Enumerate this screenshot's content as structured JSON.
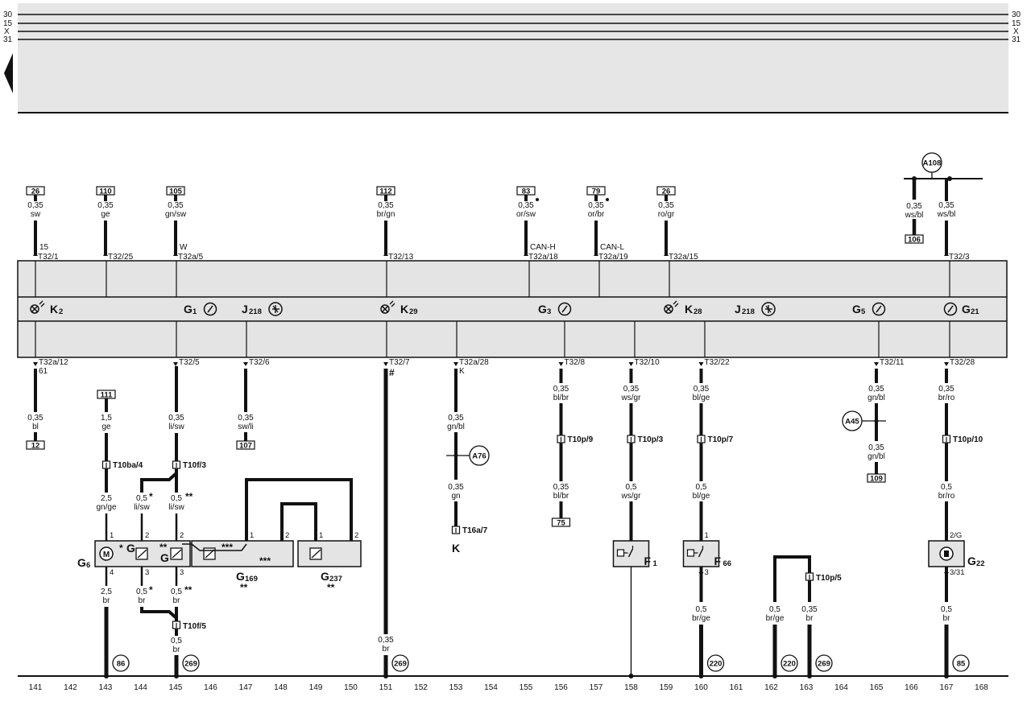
{
  "rails": {
    "r30": "30",
    "r15": "15",
    "rx": "X",
    "r31": "31"
  },
  "top_wires": [
    {
      "col": "141",
      "ref": "26",
      "gauge": "0,35",
      "color": "sw",
      "term": "15",
      "pin": "T32/1"
    },
    {
      "col": "143",
      "ref": "110",
      "gauge": "0,35",
      "color": "ge",
      "term": "",
      "pin": "T32/25"
    },
    {
      "col": "145",
      "ref": "105",
      "gauge": "0,35",
      "color": "gn/sw",
      "term": "W",
      "pin": "T32a/5"
    },
    {
      "col": "151",
      "ref": "112",
      "gauge": "0,35",
      "color": "br/gn",
      "term": "",
      "pin": "T32/13"
    },
    {
      "col": "155",
      "ref": "83",
      "gauge": "0,35",
      "color": "or/sw",
      "term": "CAN-H",
      "pin": "T32a/18"
    },
    {
      "col": "157",
      "ref": "79",
      "gauge": "0,35",
      "color": "or/br",
      "term": "CAN-L",
      "pin": "T32a/19"
    },
    {
      "col": "159",
      "ref": "26",
      "gauge": "0,35",
      "color": "ro/gr",
      "term": "",
      "pin": "T32a/15"
    },
    {
      "col": "167",
      "ref": "",
      "gauge": "0,35",
      "color": "ws/bl",
      "term": "",
      "pin": "T32/3"
    }
  ],
  "a108": {
    "label": "A108",
    "gauge": "0,35",
    "color": "ws/bl",
    "ref": "106"
  },
  "components": {
    "k2": {
      "main": "K",
      "sub": "2"
    },
    "g1": {
      "main": "G",
      "sub": "1"
    },
    "j218a": {
      "main": "J",
      "sub": "218"
    },
    "k29": {
      "main": "K",
      "sub": "29"
    },
    "g3": {
      "main": "G",
      "sub": "3"
    },
    "k28": {
      "main": "K",
      "sub": "28"
    },
    "j218b": {
      "main": "J",
      "sub": "218"
    },
    "g5": {
      "main": "G",
      "sub": "5"
    },
    "g21": {
      "main": "G",
      "sub": "21"
    }
  },
  "bottom_pins": {
    "c141": {
      "pin": "T32a/12",
      "sub": "61",
      "gauge": "0,35",
      "color": "bl",
      "ref": "12"
    },
    "c145": {
      "pin": "T32/5",
      "gauge": "0,35",
      "color": "li/sw"
    },
    "c147": {
      "pin": "T32/6",
      "gauge": "0,35",
      "color": "sw/li",
      "ref": "107"
    },
    "c151": {
      "pin": "T32/7",
      "sub": "#",
      "gauge": "0,35",
      "color": "br",
      "circle": "269"
    },
    "c153": {
      "pin": "T32a/28",
      "sub": "K",
      "gauge1": "0,35",
      "color1": "gn/bl",
      "a76": "A76",
      "gauge2": "0,35",
      "color2": "gn",
      "conn": "T16a/7",
      "k": "K"
    },
    "c156": {
      "pin": "T32/8",
      "gauge1": "0,35",
      "color1": "bl/br",
      "conn": "T10p/9",
      "gauge2": "0,35",
      "color2": "bl/br",
      "ref": "75"
    },
    "c158": {
      "pin": "T32/10",
      "gauge1": "0,35",
      "color1": "ws/gr",
      "conn": "T10p/3",
      "gauge2": "0,5",
      "color2": "ws/gr",
      "comp": "F",
      "compsub": "1"
    },
    "c160": {
      "pin": "T32/22",
      "gauge1": "0,35",
      "color1": "bl/ge",
      "conn": "T10p/7",
      "gauge2": "0,5",
      "color2": "bl/ge",
      "comp": "F",
      "compsub": "66",
      "pinA": "1",
      "pinB": "3",
      "gauge3": "0,5",
      "color3": "br/ge",
      "circle": "220"
    },
    "c165": {
      "pin": "T32/11",
      "gauge1": "0,35",
      "color1": "gn/bl",
      "a45": "A45",
      "gauge2": "0,35",
      "color2": "gn/bl",
      "ref": "109"
    },
    "c167": {
      "pin": "T32/28",
      "gauge1": "0,35",
      "color1": "br/ro",
      "conn": "T10p/10",
      "gauge2": "0,5",
      "color2": "br/ro",
      "comp": "G",
      "compsub": "22",
      "pinA": "2/G",
      "pinB": "3/31",
      "gauge3": "0,5",
      "color3": "br",
      "circle": "85"
    }
  },
  "left_group": {
    "ref111": "111",
    "w143a": {
      "gauge": "1,5",
      "color": "ge"
    },
    "conn143": "T10ba/4",
    "w143b": {
      "gauge": "2,5",
      "color": "gn/ge"
    },
    "conn145": "T10f/3",
    "w144": {
      "gauge": "0,5",
      "color": "li/sw"
    },
    "w145": {
      "gauge": "0,5",
      "color": "li/sw"
    },
    "g6": {
      "main": "G",
      "sub": "6"
    },
    "g169": {
      "main": "G",
      "sub": "169"
    },
    "g237": {
      "main": "G",
      "sub": "237"
    },
    "gstar": "G",
    "gstar2": "G",
    "w143c": {
      "gauge": "2,5",
      "color": "br"
    },
    "w144b": {
      "gauge": "0,5",
      "color": "br"
    },
    "w145b": {
      "gauge": "0,5",
      "color": "br"
    },
    "conn145b": "T10f/5",
    "w145c": {
      "gauge": "0,5",
      "color": "br"
    },
    "circle143": "86",
    "circle145": "269",
    "p1": "1",
    "p2": "2",
    "p3": "3",
    "p4": "4",
    "s1": "*",
    "s2": "**",
    "s3": "***"
  },
  "c162_163": {
    "w162": {
      "gauge": "0,5",
      "color": "br/ge"
    },
    "conn163": "T10p/5",
    "w163": {
      "gauge": "0,35",
      "color": "br"
    },
    "circle162": "220",
    "circle163": "269"
  },
  "columns": [
    "141",
    "142",
    "143",
    "144",
    "145",
    "146",
    "147",
    "148",
    "149",
    "150",
    "151",
    "152",
    "153",
    "154",
    "155",
    "156",
    "157",
    "158",
    "159",
    "160",
    "161",
    "162",
    "163",
    "164",
    "165",
    "166",
    "167",
    "168"
  ]
}
